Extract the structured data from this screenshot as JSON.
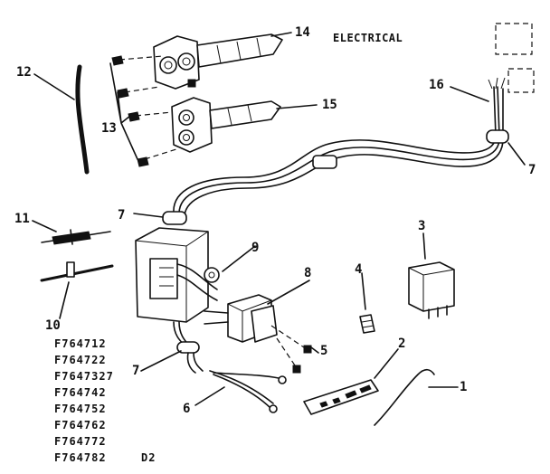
{
  "title": "ELECTRICAL",
  "callouts": {
    "c1": "1",
    "c2": "2",
    "c3": "3",
    "c4": "4",
    "c5": "5",
    "c6": "6",
    "c7a": "7",
    "c7b": "7",
    "c7c": "7",
    "c8": "8",
    "c9": "9",
    "c10": "10",
    "c11": "11",
    "c12": "12",
    "c13": "13",
    "c14": "14",
    "c15": "15",
    "c16": "16"
  },
  "models": [
    "F764712",
    "F764722",
    "F7647327",
    "F764742",
    "F764752",
    "F764762",
    "F764772",
    "F764782"
  ],
  "diagram_code": "D2"
}
